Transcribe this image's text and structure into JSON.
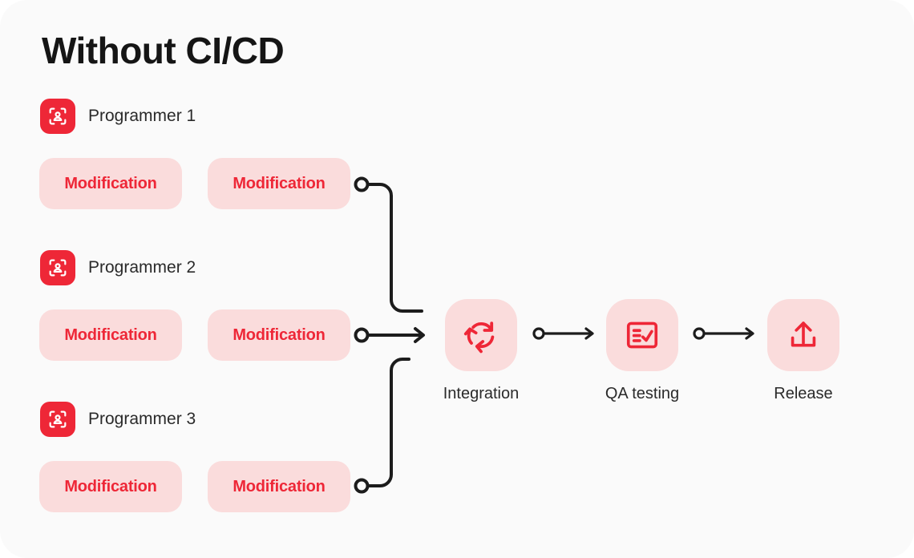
{
  "card": {
    "background": "#fafafa",
    "title": "Without CI/CD"
  },
  "theme": {
    "accent_red": "#ee2737",
    "pill_pink": "#fadcdc",
    "text_dark": "#2a2a2a",
    "line_dark": "#1c1c1c"
  },
  "programmers": [
    {
      "icon": "person-scan-icon",
      "label": "Programmer 1",
      "modifications": [
        {
          "label": "Modification"
        },
        {
          "label": "Modification"
        }
      ]
    },
    {
      "icon": "person-scan-icon",
      "label": "Programmer 2",
      "modifications": [
        {
          "label": "Modification"
        },
        {
          "label": "Modification"
        }
      ]
    },
    {
      "icon": "person-scan-icon",
      "label": "Programmer 3",
      "modifications": [
        {
          "label": "Modification"
        },
        {
          "label": "Modification"
        }
      ]
    }
  ],
  "pipeline": {
    "stages": [
      {
        "label": "Integration",
        "icon": "refresh-cycle-icon"
      },
      {
        "label": "QA testing",
        "icon": "checklist-check-icon"
      },
      {
        "label": "Release",
        "icon": "upload-tray-icon"
      }
    ],
    "connectors": {
      "merge_description": "three branch lines merge into one arrow",
      "arrow_icon": "dot-line-arrow-right-icon"
    }
  }
}
